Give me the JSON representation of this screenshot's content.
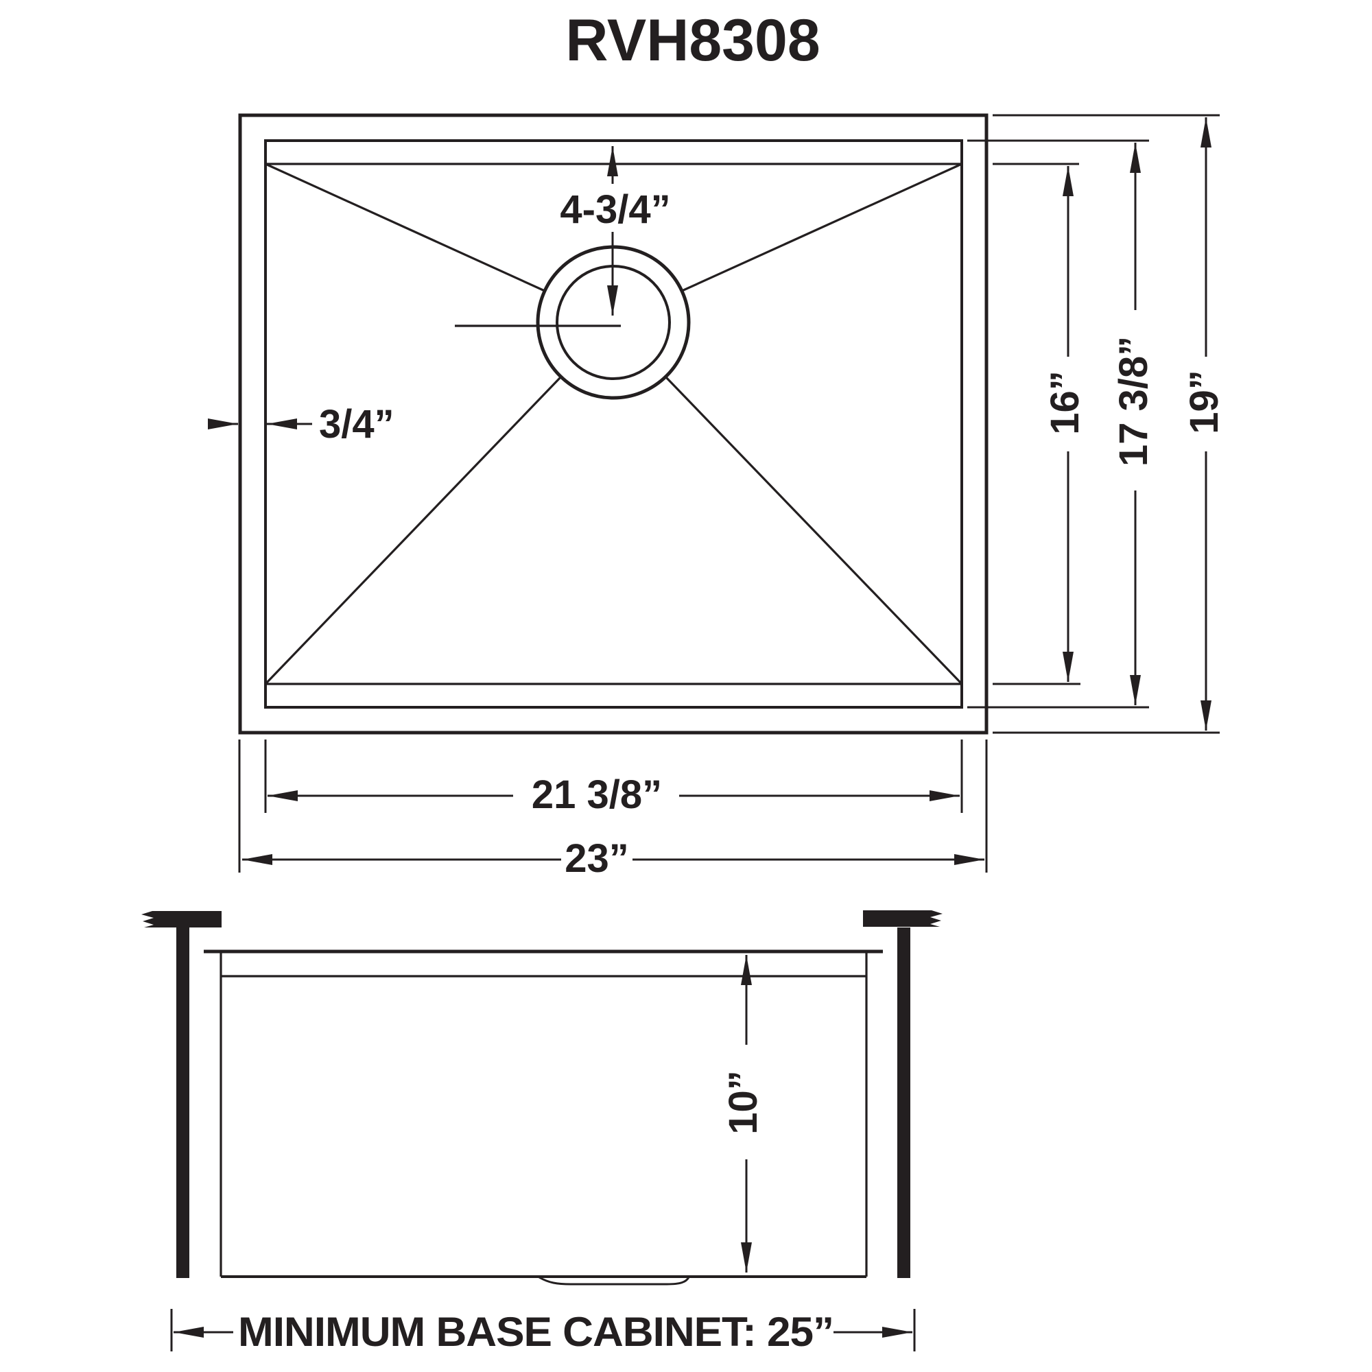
{
  "title": "RVH8308",
  "colors": {
    "line": "#231f20",
    "background": "#ffffff"
  },
  "plan_view": {
    "drain_to_back": "4-3/4”",
    "rim_lip": "3/4”",
    "bowl_width": "21 3/8”",
    "overall_width": "23”",
    "bowl_front_to_back": "16”",
    "inner_front_to_back": "17 3/8”",
    "overall_front_to_back": "19”"
  },
  "section_view": {
    "bowl_depth": "10”",
    "min_base_cabinet": "MINIMUM BASE CABINET: 25”"
  }
}
